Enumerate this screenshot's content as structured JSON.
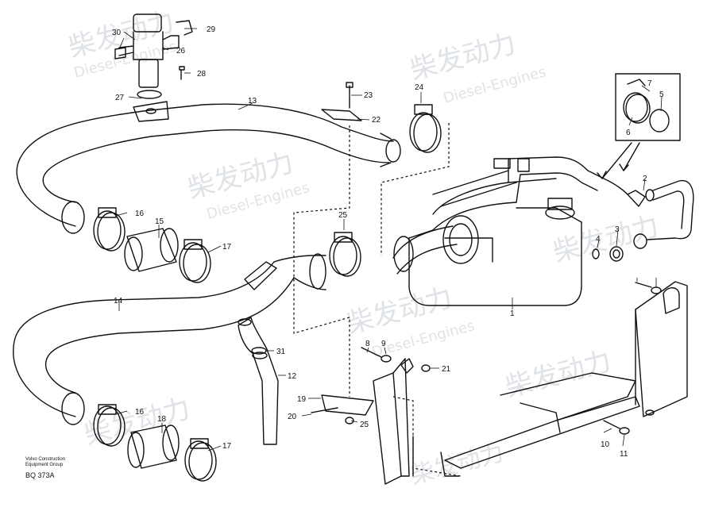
{
  "watermark": {
    "brand_cn": "柴发动力",
    "brand_en": "Diesel-Engines"
  },
  "caption": {
    "maker_line1": "Volvo Construction",
    "maker_line2": "Equipment Group",
    "drawing_id": "BQ 373A"
  },
  "callouts": [
    "1",
    "2",
    "3",
    "4",
    "5",
    "6",
    "7",
    "8",
    "9",
    "10",
    "11",
    "12",
    "13",
    "14",
    "15",
    "16",
    "16",
    "17",
    "17",
    "18",
    "19",
    "20",
    "21",
    "22",
    "23",
    "24",
    "25",
    "25",
    "26",
    "27",
    "28",
    "29",
    "30",
    "31"
  ]
}
